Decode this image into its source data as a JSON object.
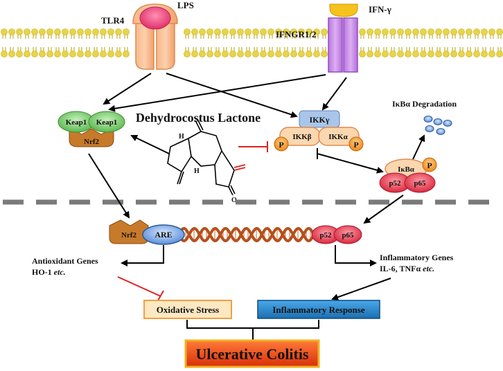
{
  "receptors": {
    "tlr4": "TLR4",
    "lps": "LPS",
    "ifngr": "IFNGR1/2",
    "ifn_gamma": "IFN-γ"
  },
  "keap1_complex": {
    "keap1_a": "Keap1",
    "keap1_b": "Keap1",
    "nrf2": "Nrf2"
  },
  "compound": {
    "name": "Dehydrocostus Lactone",
    "h_upper": "H",
    "h_lower": "H",
    "oxygen_label": "O"
  },
  "ikk_complex": {
    "ikk_gamma": "IKKγ",
    "ikk_beta": "IKKβ",
    "ikk_alpha": "IKKα",
    "p_left": "P",
    "p_right": "P"
  },
  "ikba_complex": {
    "degradation": "IκBα Degradation",
    "ikba": "IκBα",
    "p": "P",
    "p52": "p52",
    "p65": "p65"
  },
  "nucleus": {
    "nrf2": "Nrf2",
    "are": "ARE",
    "p52": "p52",
    "p65": "p65"
  },
  "genes": {
    "antioxidant_line1": "Antioxidant Genes",
    "antioxidant_line2": "HO-1",
    "antioxidant_etc": "etc.",
    "inflammatory_line1": "Inflammatory Genes",
    "inflammatory_line2": "IL-6, TNFα",
    "inflammatory_etc": "etc."
  },
  "outcomes": {
    "oxidative_stress": "Oxidative Stress",
    "inflammatory_response": "Inflammatory Response",
    "disease": "Ulcerative Colitis"
  },
  "colors": {
    "membrane_head": "#e8d44a",
    "tlr4": "#f6b07e",
    "lps": "#f0508a",
    "ifngr": "#c88ae8",
    "ifn_gamma": "#f5c21e",
    "keap1": "#7ccf70",
    "nrf2": "#c77a2a",
    "ikk_gamma": "#a9c6ea",
    "ikk_sub": "#fbd7b0",
    "phospho": "#f08a1c",
    "p52_p65": "#e8465a",
    "are": "#6a9ee0",
    "dna": "#b5501d",
    "inhibit": "#e02020",
    "oxidative_bg": "#fde8c2",
    "inflammatory_bg": "#2e86c8",
    "disease_bg": "#e8400c"
  }
}
